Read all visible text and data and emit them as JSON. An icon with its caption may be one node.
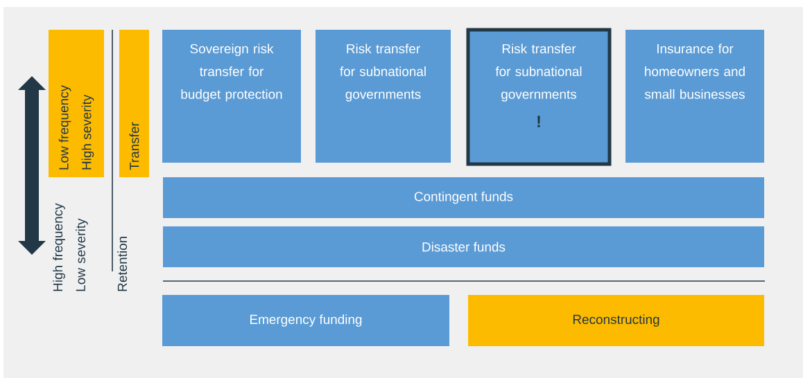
{
  "diagram": {
    "nodes": [
      {
        "text": [
          "Low frequency High severity"
        ]
      },
      {
        "text": [
          "Transfer"
        ]
      },
      {
        "text": [
          "Sovereign risk transfer for budget protection"
        ]
      },
      {
        "text": [
          "Risk transfer for subnational governments"
        ]
      },
      {
        "text": [
          "Risk transfer for subnational governments",
          "!"
        ]
      },
      {
        "text": [
          "Insurance for homeowners and small businesses"
        ]
      },
      {
        "text": [
          "Contingent funds"
        ]
      },
      {
        "text": [
          "Disaster funds"
        ]
      },
      {
        "text": [
          "Emergency funding"
        ]
      },
      {
        "text": [
          "Reconstructing"
        ]
      }
    ],
    "labels": [
      "High frequency Low severity",
      "Retention"
    ]
  }
}
